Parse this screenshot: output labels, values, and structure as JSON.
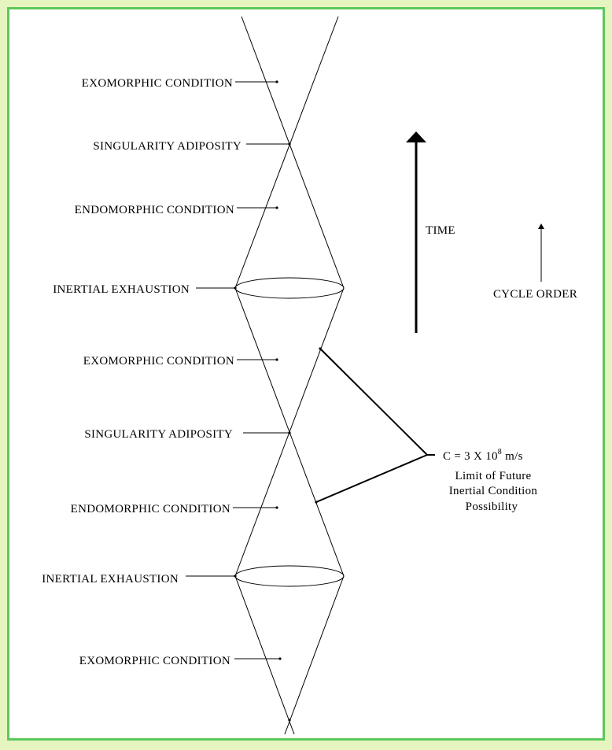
{
  "labels": {
    "exo1": "EXOMORPHIC CONDITION",
    "sing1": "SINGULARITY ADIPOSITY",
    "endo1": "ENDOMORPHIC CONDITION",
    "inert1": "INERTIAL EXHAUSTION",
    "exo2": "EXOMORPHIC CONDITION",
    "sing2": "SINGULARITY ADIPOSITY",
    "endo2": "ENDOMORPHIC CONDITION",
    "inert2": "INERTIAL EXHAUSTION",
    "exo3": "EXOMORPHIC CONDITION"
  },
  "time_label": "TIME",
  "cycle_order_label": "CYCLE ORDER",
  "speed": {
    "prefix": "C = 3 X 10",
    "exponent": "8",
    "unit": " m/s",
    "line1": "Limit of Future",
    "line2": "Inertial Condition",
    "line3": "Possibility"
  },
  "colors": {
    "frame": "#5cc85c",
    "background": "#e6f5c0",
    "ink": "#000000"
  }
}
